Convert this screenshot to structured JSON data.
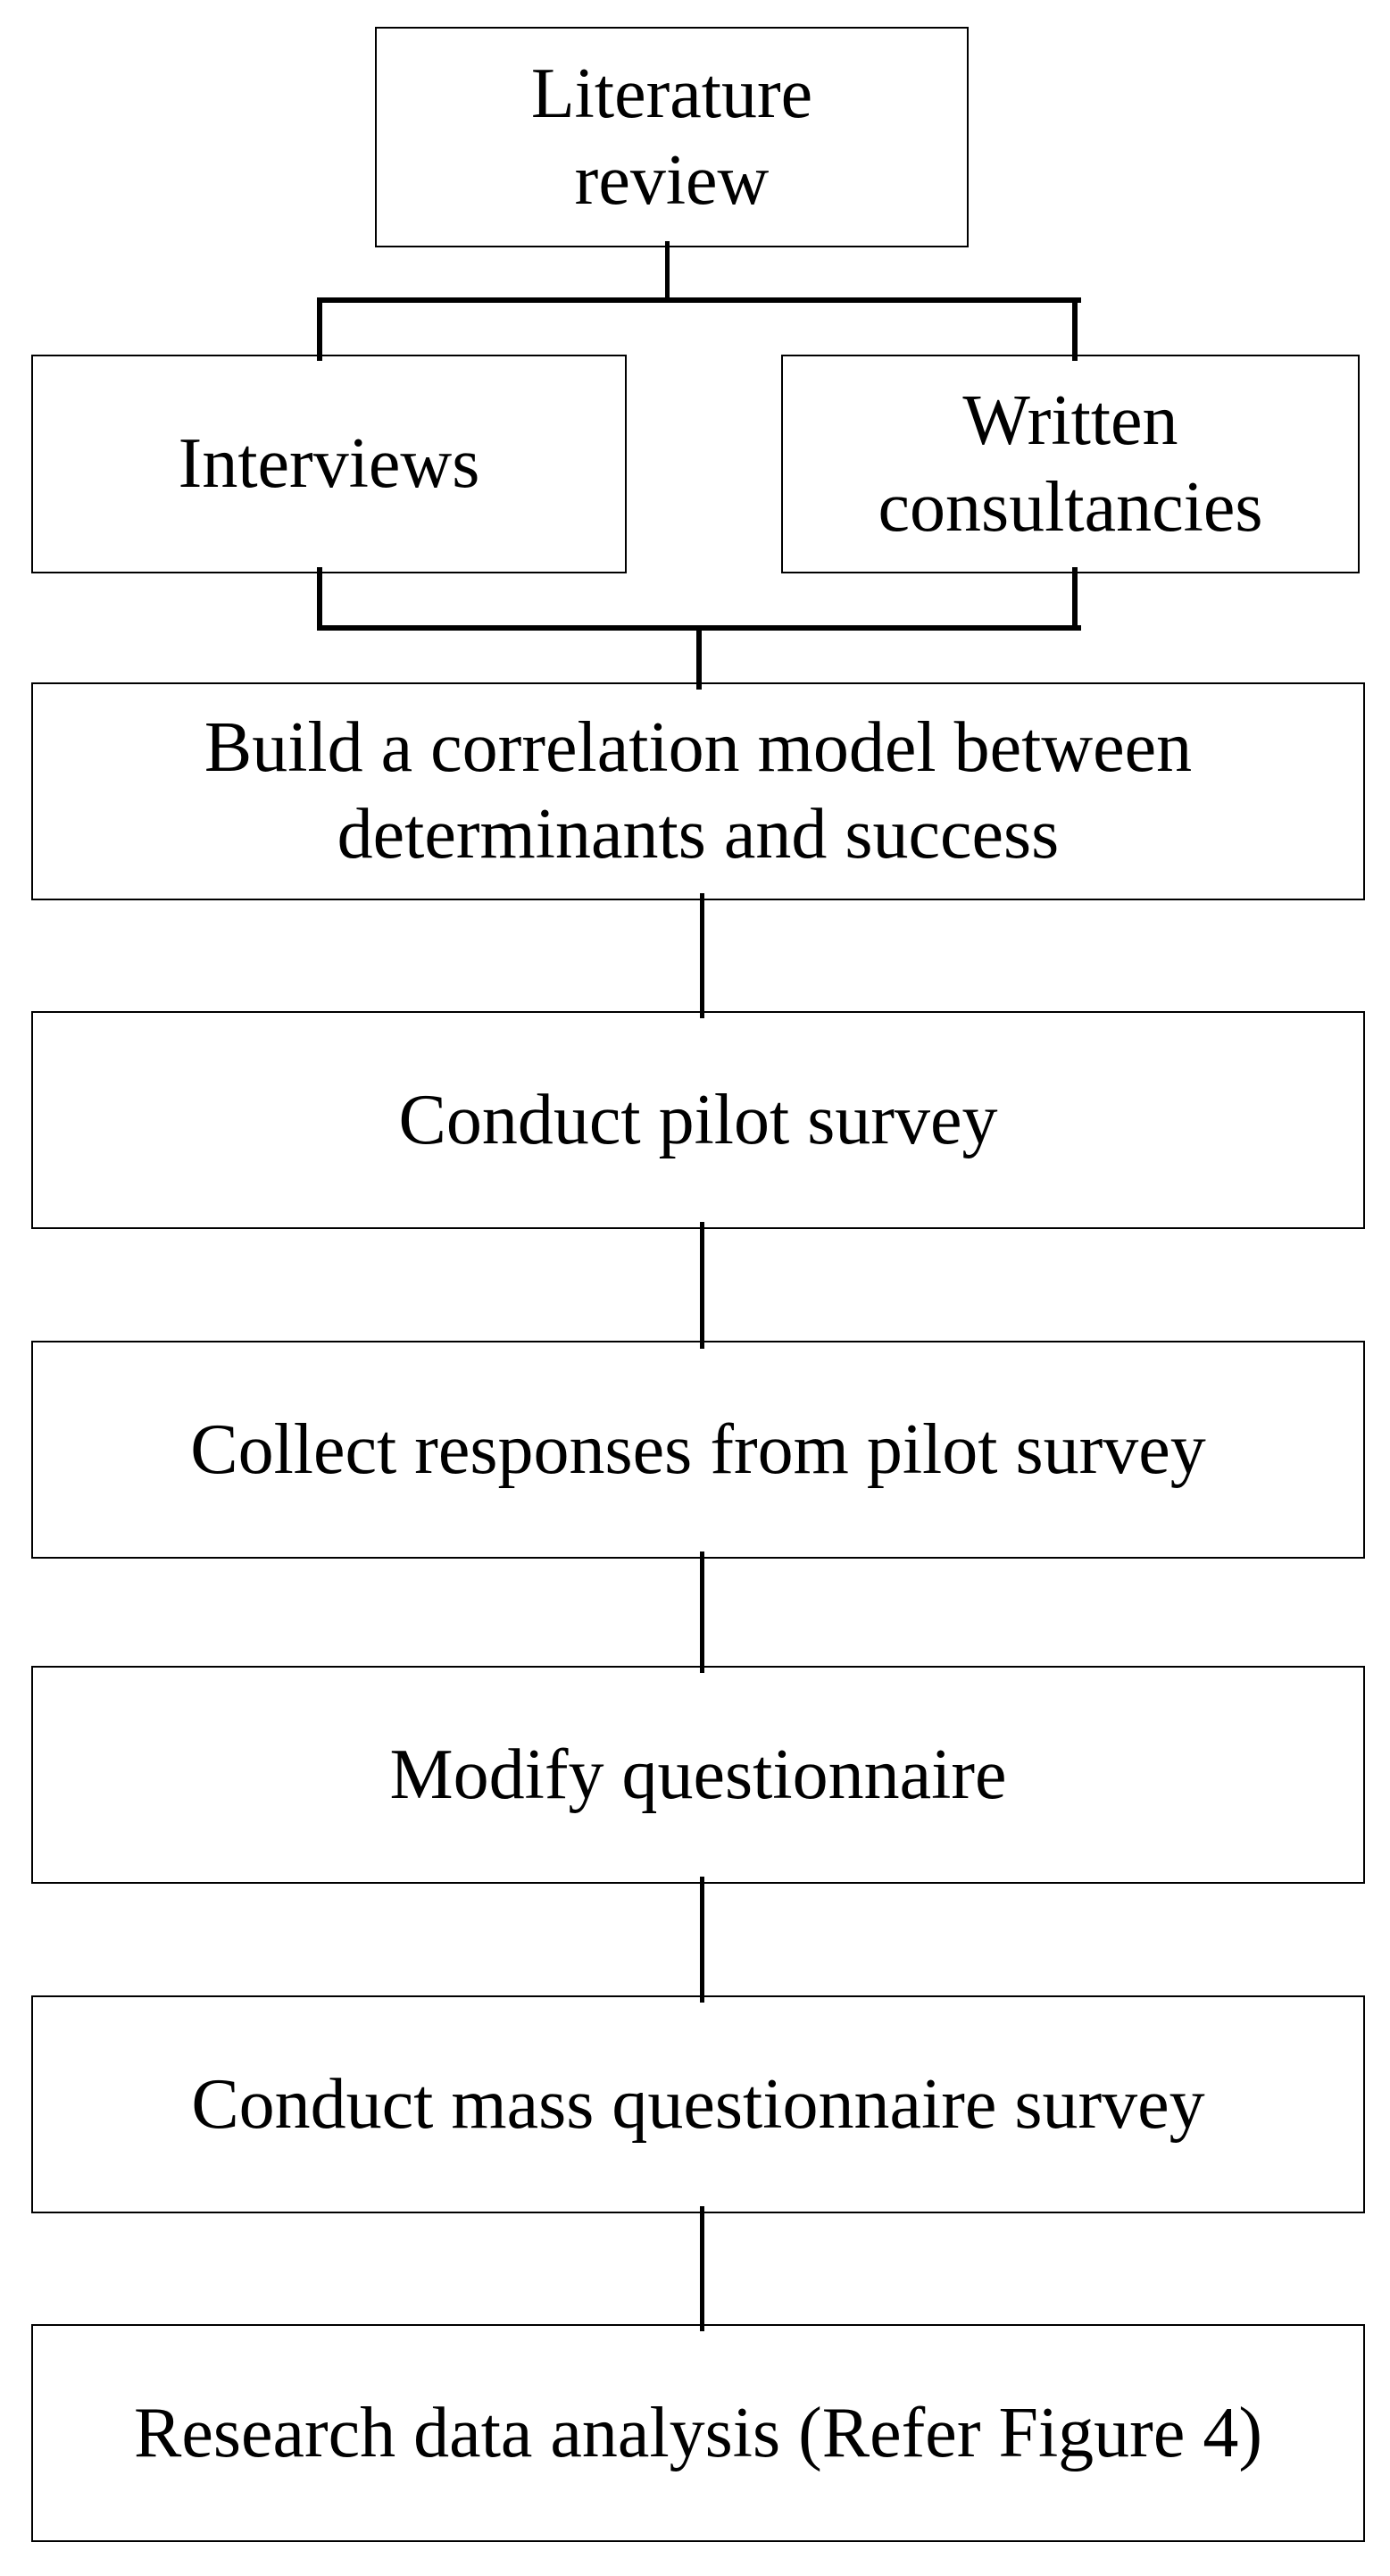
{
  "colors": {
    "background": "#ffffff",
    "line": "#000000",
    "text": "#000000"
  },
  "nodes": [
    {
      "id": "literature-review",
      "lines": [
        "Literature",
        "review"
      ]
    },
    {
      "id": "interviews",
      "lines": [
        "Interviews"
      ]
    },
    {
      "id": "written-consultancies",
      "lines": [
        "Written",
        "consultancies"
      ]
    },
    {
      "id": "build-correlation-model",
      "lines": [
        "Build a correlation model between",
        "determinants and success"
      ]
    },
    {
      "id": "conduct-pilot-survey",
      "lines": [
        "Conduct pilot survey"
      ]
    },
    {
      "id": "collect-pilot-responses",
      "lines": [
        "Collect responses from pilot survey"
      ]
    },
    {
      "id": "modify-questionnaire",
      "lines": [
        "Modify questionnaire"
      ]
    },
    {
      "id": "conduct-mass-survey",
      "lines": [
        "Conduct mass questionnaire survey"
      ]
    },
    {
      "id": "research-data-analysis",
      "lines": [
        "Research data analysis (Refer Figure 4)"
      ]
    }
  ]
}
